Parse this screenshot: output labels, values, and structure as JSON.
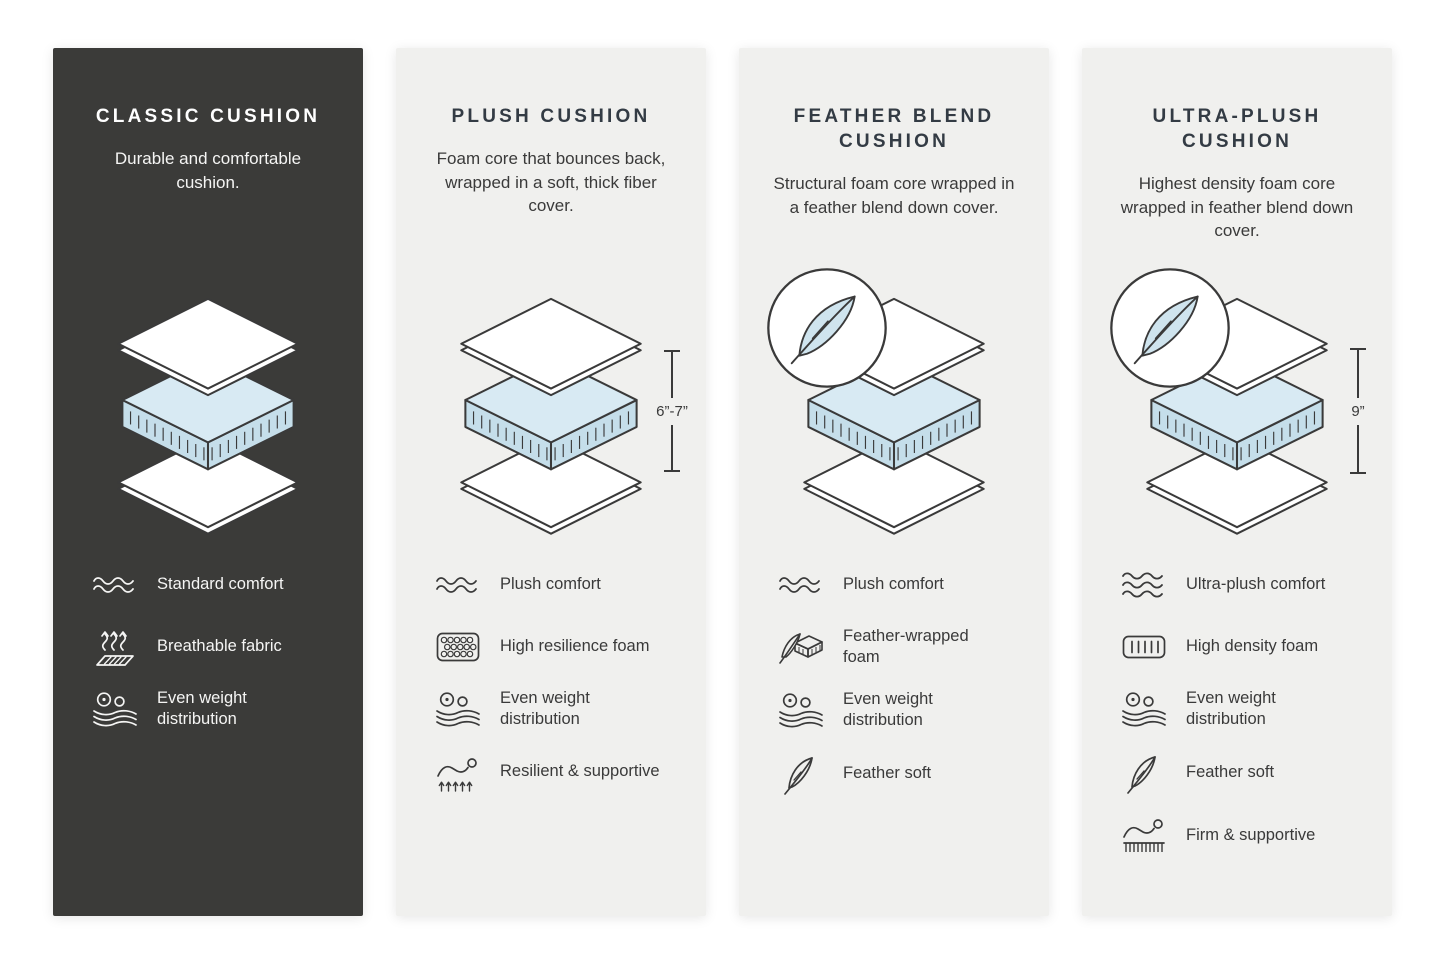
{
  "page": {
    "background": "#ffffff"
  },
  "colors": {
    "dark_card_bg": "#3b3b39",
    "light_card_bg": "#f0f0ee",
    "text_dark": "#3a3a3a",
    "title_dark": "#333b44",
    "foam_blue_top": "#d8eaf3",
    "foam_blue_side": "#c5deea",
    "feather_blue": "#cfe4ee",
    "outline": "#3a3a3a",
    "white": "#ffffff"
  },
  "columns": [
    {
      "id": "classic-cushion",
      "theme": "dark",
      "title": "CLASSIC CUSHION",
      "description": "Durable and comfortable cushion.",
      "features": [
        {
          "icon": "waves-icon",
          "label": "Standard comfort"
        },
        {
          "icon": "breathable-fabric-icon",
          "label": "Breathable fabric"
        },
        {
          "icon": "even-weight-icon",
          "label": "Even weight distribution"
        }
      ]
    },
    {
      "id": "plush-cushion",
      "theme": "light",
      "title": "PLUSH CUSHION",
      "description": "Foam core that bounces back, wrapped in a soft, thick fiber cover.",
      "dimension": "6”-7”",
      "features": [
        {
          "icon": "waves-icon",
          "label": "Plush comfort"
        },
        {
          "icon": "resilience-foam-icon",
          "label": "High resilience foam"
        },
        {
          "icon": "even-weight-icon",
          "label": "Even weight distribution"
        },
        {
          "icon": "resilient-supportive-icon",
          "label": "Resilient & supportive"
        }
      ]
    },
    {
      "id": "feather-blend-cushion",
      "theme": "light",
      "title": "FEATHER BLEND CUSHION",
      "description": "Structural foam core wrapped in a feather blend down cover.",
      "features": [
        {
          "icon": "waves-icon",
          "label": "Plush comfort"
        },
        {
          "icon": "feather-wrapped-foam-icon",
          "label": "Feather-wrapped foam"
        },
        {
          "icon": "even-weight-icon",
          "label": "Even weight distribution"
        },
        {
          "icon": "feather-icon",
          "label": "Feather soft"
        }
      ]
    },
    {
      "id": "ultra-plush-cushion",
      "theme": "light",
      "title": "ULTRA-PLUSH CUSHION",
      "description": "Highest density foam core wrapped in feather blend down cover.",
      "dimension": "9”",
      "features": [
        {
          "icon": "waves-3-icon",
          "label": "Ultra-plush comfort"
        },
        {
          "icon": "high-density-foam-icon",
          "label": "High density foam"
        },
        {
          "icon": "even-weight-icon",
          "label": "Even weight distribution"
        },
        {
          "icon": "feather-icon",
          "label": "Feather soft"
        },
        {
          "icon": "firm-supportive-icon",
          "label": "Firm & supportive"
        }
      ]
    }
  ]
}
